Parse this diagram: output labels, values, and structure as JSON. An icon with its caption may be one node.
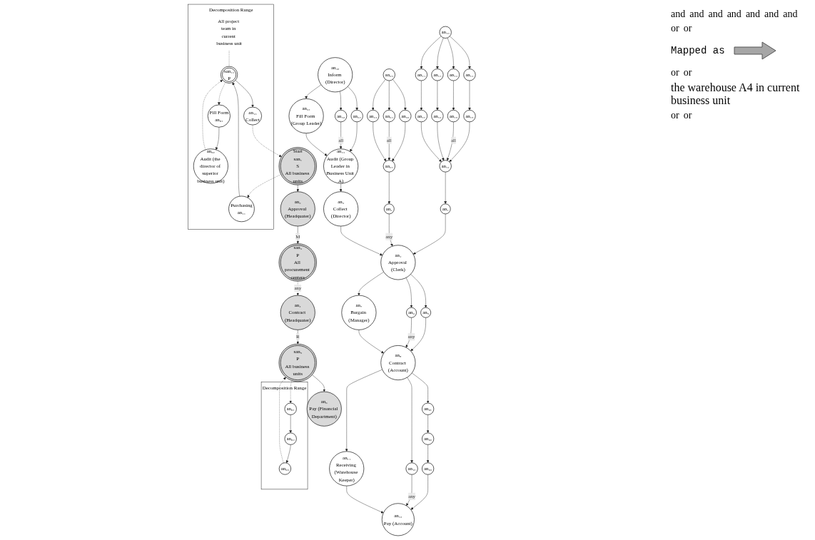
{
  "diagram": {
    "nodes": [
      {
        "text": [
          "Decomposition Range"
        ]
      },
      {
        "text": [
          "All project team in current business unit"
        ],
        "in": 0
      },
      {
        "text": [
          "Purchasing",
          "an₁₁"
        ],
        "in": 0
      },
      {
        "text": [
          "Fill Form",
          "an₉₁"
        ],
        "in": 0
      },
      {
        "text": [
          "san₁₂",
          "P"
        ],
        "in": 0
      },
      {
        "text": [
          "an₉₂",
          "Audit (the director of superior business unit)"
        ],
        "in": 0
      },
      {
        "text": [
          "an₁₃",
          "Collect"
        ],
        "in": 0
      },
      {
        "text": [
          "Start",
          "san₁",
          "S",
          "All business units"
        ]
      },
      {
        "text": [
          "an₂",
          "Approval (Headquater)"
        ]
      },
      {
        "text": [
          "san₃",
          "P",
          "All procurement centers"
        ]
      },
      {
        "text": [
          "an₄",
          "Contract (Headquater)"
        ]
      },
      {
        "text": [
          "san₅",
          "P",
          "All business units"
        ]
      },
      {
        "text": [
          "an₆",
          "Pay (Financial Department)"
        ]
      },
      {
        "text": [
          "Decomposition Range"
        ]
      },
      {
        "text": [
          "an₉₁"
        ],
        "in": 13
      },
      {
        "text": [
          "an₉₂"
        ],
        "in": 13
      },
      {
        "text": [
          "an₉₃"
        ],
        "in": 13
      },
      {
        "text": [
          "an₁₀"
        ]
      },
      {
        "text": [
          "an₁₂"
        ]
      },
      {
        "text": [
          "an₁₂"
        ]
      },
      {
        "text": [
          "an₁₃"
        ]
      },
      {
        "text": [
          "an₁₄"
        ]
      },
      {
        "text": [
          "an₁₅"
        ]
      },
      {
        "text": [
          "an₁₅"
        ]
      },
      {
        "text": [
          "an₁₆"
        ]
      },
      {
        "text": [
          "an₁₇"
        ]
      },
      {
        "text": [
          "an₁₁"
        ]
      },
      {
        "text": [
          "an₂₀"
        ]
      },
      {
        "text": [
          "an₂₂"
        ]
      },
      {
        "text": [
          "an₂₃"
        ]
      },
      {
        "text": [
          "an₂₄"
        ]
      },
      {
        "text": [
          "an₂₁"
        ]
      },
      {
        "text": [
          "an₃₀",
          "Inform (Director)"
        ]
      },
      {
        "text": [
          "an₃₂"
        ]
      },
      {
        "text": [
          "an₃₃"
        ]
      },
      {
        "text": [
          "an₃₄",
          "Fill Form (Group Leader)"
        ]
      },
      {
        "text": [
          "an₃₁",
          "Audit (Group Leader in Business Unit A)"
        ]
      },
      {
        "text": [
          "an₁"
        ]
      },
      {
        "text": [
          "an₂"
        ]
      },
      {
        "text": [
          "an₃",
          "Collect (Director)"
        ]
      },
      {
        "text": [
          "an₄",
          "Approval (Clerk)"
        ]
      },
      {
        "text": [
          "an₅"
        ]
      },
      {
        "text": [
          "an₆"
        ]
      },
      {
        "text": [
          "an₇",
          "Bargain (Manager)"
        ]
      },
      {
        "text": [
          "an₈",
          "Contract (Account)"
        ]
      },
      {
        "text": [
          "an₉₁"
        ]
      },
      {
        "text": [
          "an₉₂"
        ]
      },
      {
        "text": [
          "an₉₃"
        ]
      },
      {
        "text": [
          "an₁₀"
        ]
      },
      {
        "text": [
          "an₁₁",
          "Receiving (Warehouse Keeper)"
        ]
      },
      {
        "text": [
          "an₁₂",
          "Pay (Account)"
        ]
      }
    ],
    "edges": [
      {
        "from": 1,
        "to": 4,
        "arrow": "none",
        "style": "dashed"
      },
      {
        "from": 2,
        "to": 4,
        "arrow": "to"
      },
      {
        "from": 4,
        "to": 6,
        "arrow": "to"
      },
      {
        "from": 4,
        "to": 3,
        "arrow": "to",
        "style": "dashed"
      },
      {
        "from": 3,
        "to": 5,
        "arrow": "to"
      },
      {
        "from": 5,
        "to": 4,
        "arrow": "to",
        "style": "dashed"
      },
      {
        "from": 7,
        "to": 2,
        "arrow": "to",
        "style": "dashed"
      },
      {
        "from": 6,
        "to": 7,
        "arrow": "to",
        "style": "dashed"
      },
      {
        "from": 7,
        "to": 8,
        "arrow": "to"
      },
      {
        "from": 8,
        "to": 9,
        "label": "M",
        "arrow": "to"
      },
      {
        "from": 9,
        "to": 10,
        "label": "any",
        "arrow": "to",
        "style": "dashed"
      },
      {
        "from": 10,
        "to": 11,
        "label": "R",
        "arrow": "to"
      },
      {
        "from": 11,
        "to": 12,
        "arrow": "to"
      },
      {
        "from": 11,
        "to": 14,
        "arrow": "to",
        "style": "dashed"
      },
      {
        "from": 14,
        "to": 15,
        "arrow": "to"
      },
      {
        "from": 15,
        "to": 16,
        "arrow": "to"
      },
      {
        "from": 16,
        "to": 11,
        "arrow": "to",
        "style": "dashed"
      },
      {
        "from": 17,
        "to": 18,
        "arrow": "to"
      },
      {
        "from": 17,
        "to": 19,
        "arrow": "to"
      },
      {
        "from": 17,
        "to": 20,
        "arrow": "to"
      },
      {
        "from": 17,
        "to": 21,
        "arrow": "to"
      },
      {
        "from": 18,
        "to": 22,
        "arrow": "to"
      },
      {
        "from": 19,
        "to": 23,
        "arrow": "to"
      },
      {
        "from": 20,
        "to": 24,
        "arrow": "to"
      },
      {
        "from": 21,
        "to": 25,
        "arrow": "to"
      },
      {
        "from": 22,
        "to": 26,
        "arrow": "to"
      },
      {
        "from": 23,
        "to": 26,
        "label": "all",
        "arrow": "to"
      },
      {
        "from": 24,
        "to": 26,
        "arrow": "to"
      },
      {
        "from": 25,
        "to": 26,
        "arrow": "to"
      },
      {
        "from": 27,
        "to": 28,
        "arrow": "to"
      },
      {
        "from": 27,
        "to": 29,
        "arrow": "to"
      },
      {
        "from": 27,
        "to": 30,
        "arrow": "to"
      },
      {
        "from": 28,
        "to": 31,
        "arrow": "to"
      },
      {
        "from": 29,
        "to": 31,
        "label": "all",
        "arrow": "to"
      },
      {
        "from": 30,
        "to": 31,
        "arrow": "to"
      },
      {
        "from": 32,
        "to": 33,
        "arrow": "to"
      },
      {
        "from": 32,
        "to": 34,
        "arrow": "to"
      },
      {
        "from": 32,
        "to": 35,
        "arrow": "to"
      },
      {
        "from": 33,
        "to": 36,
        "arrow": "to"
      },
      {
        "from": 34,
        "to": 36,
        "label": "all",
        "arrow": "to"
      },
      {
        "from": 35,
        "to": 36,
        "arrow": "to"
      },
      {
        "from": 26,
        "to": 37,
        "arrow": "to"
      },
      {
        "from": 31,
        "to": 38,
        "arrow": "to"
      },
      {
        "from": 36,
        "to": 39,
        "arrow": "to"
      },
      {
        "from": 37,
        "to": 40,
        "arrow": "to"
      },
      {
        "from": 38,
        "to": 40,
        "label": "any",
        "arrow": "to"
      },
      {
        "from": 39,
        "to": 40,
        "arrow": "to"
      },
      {
        "from": 40,
        "to": 41,
        "arrow": "to"
      },
      {
        "from": 40,
        "to": 42,
        "arrow": "to"
      },
      {
        "from": 40,
        "to": 43,
        "arrow": "to"
      },
      {
        "from": 41,
        "to": 44,
        "arrow": "to"
      },
      {
        "from": 42,
        "to": 44,
        "label": "any",
        "arrow": "to"
      },
      {
        "from": 43,
        "to": 44,
        "arrow": "to"
      },
      {
        "from": 44,
        "to": 45,
        "arrow": "to"
      },
      {
        "from": 44,
        "to": 48,
        "arrow": "to"
      },
      {
        "from": 44,
        "to": 49,
        "arrow": "to"
      },
      {
        "from": 45,
        "to": 46,
        "arrow": "to"
      },
      {
        "from": 46,
        "to": 47,
        "arrow": "to"
      },
      {
        "from": 47,
        "to": 50,
        "arrow": "to"
      },
      {
        "from": 48,
        "to": 50,
        "label": "any",
        "arrow": "to"
      },
      {
        "from": 49,
        "to": 50,
        "arrow": "to"
      }
    ],
    "labels": [
      "and",
      "and",
      "and",
      "and",
      "and",
      "and",
      "and",
      "or",
      "or",
      "Mapped as",
      "or",
      "or",
      "the warehouse A4 in current business unit",
      "or",
      "or"
    ]
  }
}
